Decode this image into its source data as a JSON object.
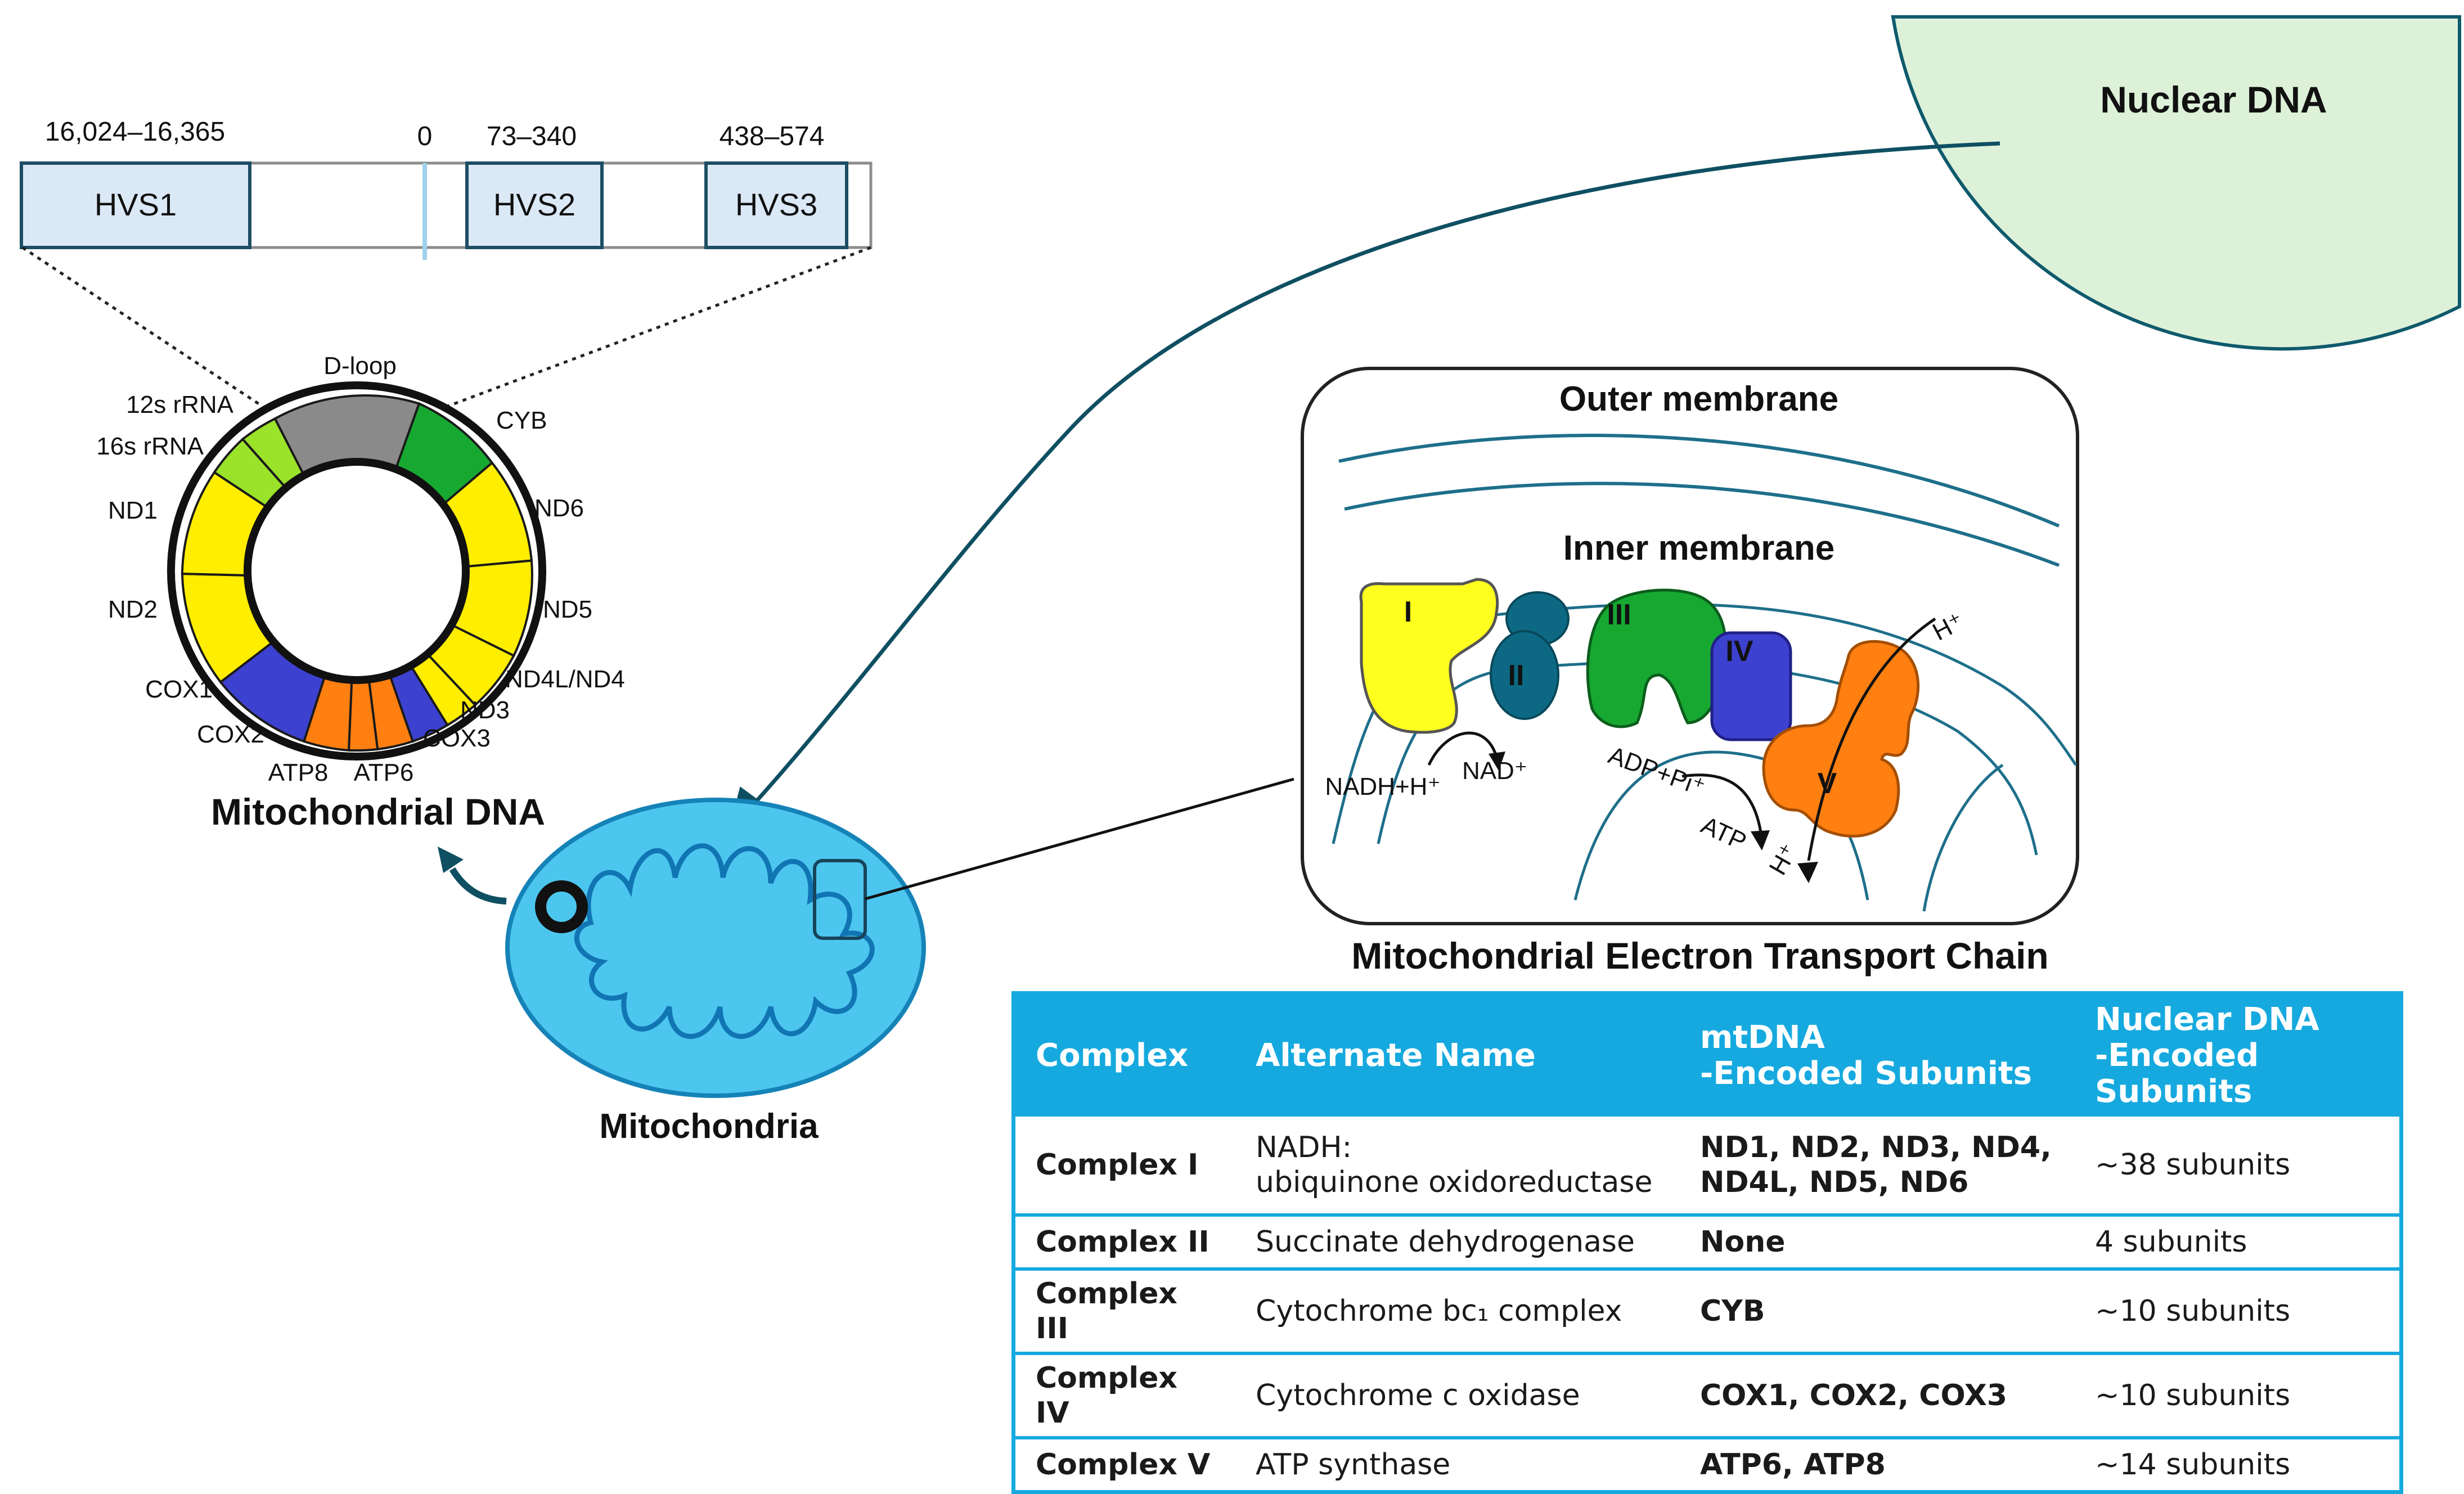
{
  "nuclear_label": "Nuclear DNA",
  "mito_label": "Mitochondria",
  "mtdna_label": "Mitochondrial DNA",
  "dloop": {
    "label": "D-loop",
    "coords": {
      "hvs1": "16,024–16,365",
      "origin": "0",
      "hvs2": "73–340",
      "hvs3": "438–574"
    },
    "regions": {
      "hvs1": "HVS1",
      "hvs2": "HVS2",
      "hvs3": "HVS3"
    }
  },
  "genes": {
    "rrna12": "12s rRNA",
    "rrna16": "16s rRNA",
    "nd1": "ND1",
    "nd2": "ND2",
    "cox1": "COX1",
    "cox2": "COX2",
    "atp8": "ATP8",
    "atp6": "ATP6",
    "cox3": "COX3",
    "nd3": "ND3",
    "nd4": "ND4L/ND4",
    "nd5": "ND5",
    "nd6": "ND6",
    "cyb": "CYB"
  },
  "colors": {
    "dloop": "#8a8a8a",
    "rrna": "#9be22b",
    "nd": "#ffee00",
    "cox": "#3d41cf",
    "atp": "#ff7f11",
    "cyb": "#17a832",
    "mito": "#4cc6ee",
    "nucleus": "#ddf1d9",
    "table_header": "#16a9df"
  },
  "etc": {
    "title": "Mitochondrial Electron Transport Chain",
    "outer": "Outer membrane",
    "inner": "Inner membrane",
    "complexes": {
      "c1": "I",
      "c2": "II",
      "c3": "III",
      "c4": "IV",
      "c5": "V"
    },
    "nadh": "NADH+H⁺",
    "nad": "NAD⁺",
    "adp": "ADP+Pi⁺",
    "atp": "ATP",
    "h_in": "H⁺",
    "h_out": "H⁺"
  },
  "table": {
    "headers": [
      "Complex",
      "Alternate Name",
      "mtDNA\n-Encoded Subunits",
      "Nuclear DNA\n-Encoded Subunits"
    ],
    "rows": [
      {
        "complex": "Complex I",
        "alt": "NADH:\n ubiquinone oxidoreductase",
        "mt": "ND1, ND2, ND3, ND4,\nND4L, ND5, ND6",
        "nuc": "~38 subunits"
      },
      {
        "complex": "Complex II",
        "alt": "Succinate dehydrogenase",
        "mt": "None",
        "nuc": "4 subunits"
      },
      {
        "complex": "Complex III",
        "alt": "Cytochrome bc₁ complex",
        "mt": "CYB",
        "nuc": "~10 subunits"
      },
      {
        "complex": "Complex IV",
        "alt": "Cytochrome c oxidase",
        "mt": "COX1, COX2, COX3",
        "nuc": "~10 subunits"
      },
      {
        "complex": "Complex V",
        "alt": "ATP synthase",
        "mt": "ATP6, ATP8",
        "nuc": "~14 subunits"
      }
    ]
  }
}
